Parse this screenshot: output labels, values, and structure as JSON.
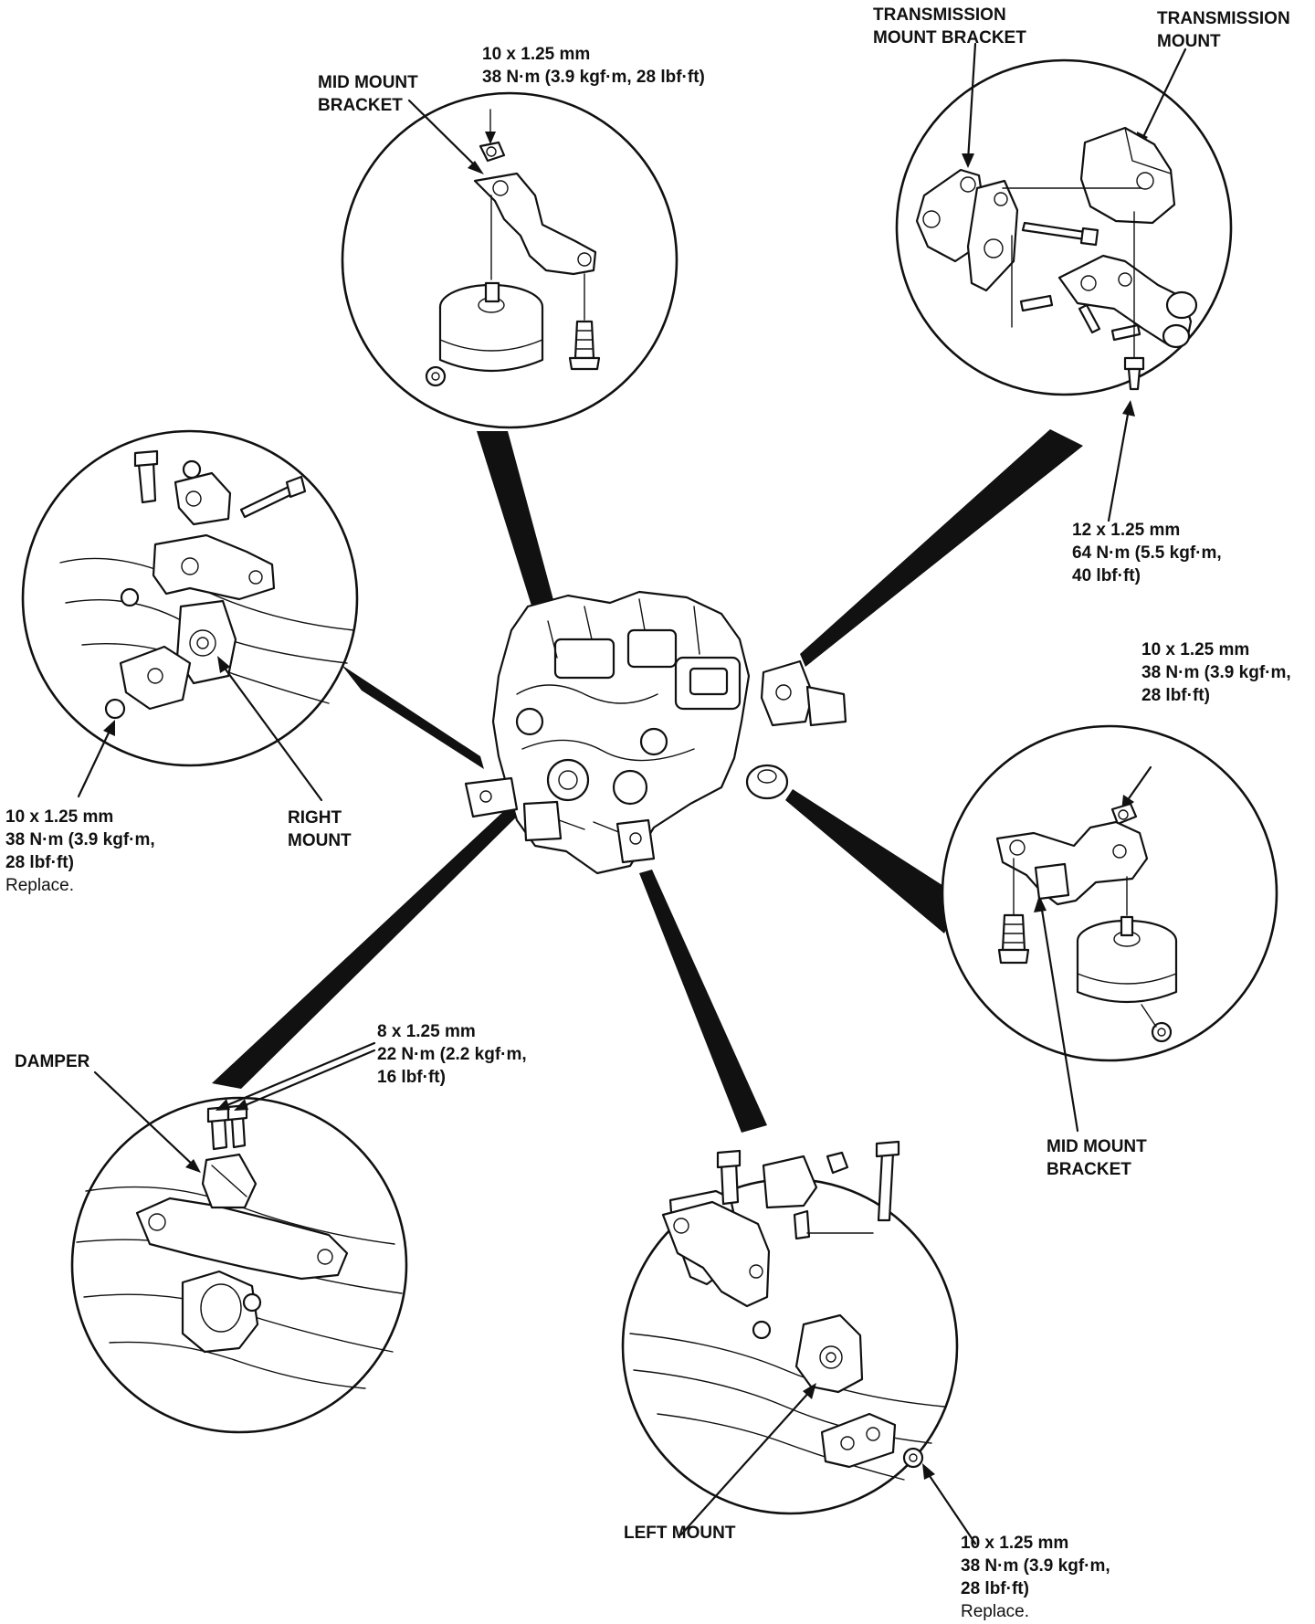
{
  "labels": {
    "mid_mount_bracket_top": [
      "MID MOUNT",
      "BRACKET"
    ],
    "bolt_top_center": [
      "10 x 1.25 mm",
      "38 N·m (3.9 kgf·m, 28 lbf·ft)"
    ],
    "transmission_mount_bracket": [
      "TRANSMISSION",
      "MOUNT BRACKET"
    ],
    "transmission_mount": [
      "TRANSMISSION",
      "MOUNT"
    ],
    "bolt_transmission": [
      "12 x 1.25 mm",
      "64 N·m (5.5 kgf·m,",
      "40 lbf·ft)"
    ],
    "bolt_mid_right": [
      "10 x 1.25 mm",
      "38 N·m (3.9 kgf·m,",
      "28 lbf·ft)"
    ],
    "bolt_right_mount": [
      "10 x 1.25 mm",
      "38 N·m (3.9 kgf·m,",
      "28 lbf·ft)"
    ],
    "replace_right": "Replace.",
    "right_mount": [
      "RIGHT",
      "MOUNT"
    ],
    "damper": "DAMPER",
    "bolt_damper": [
      "8 x 1.25 mm",
      "22 N·m (2.2 kgf·m,",
      "16 lbf·ft)"
    ],
    "mid_mount_bracket_right": [
      "MID MOUNT",
      "BRACKET"
    ],
    "left_mount": "LEFT MOUNT",
    "bolt_left_mount": [
      "10 x 1.25 mm",
      "38 N·m (3.9 kgf·m,",
      "28 lbf·ft)"
    ],
    "replace_left": "Replace."
  }
}
